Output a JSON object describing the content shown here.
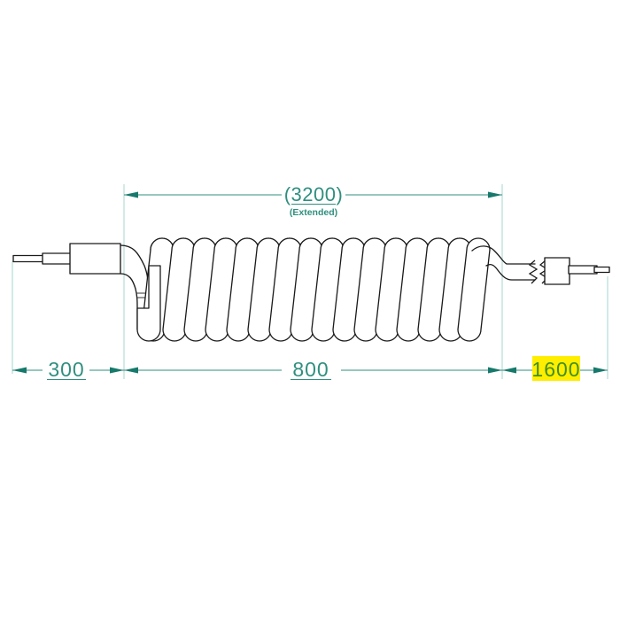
{
  "drawing": {
    "title": "Coiled Cable Assembly Dimension Drawing",
    "background_color": "#ffffff",
    "line_color": "#1a1a1a",
    "dimension_color": "#2f8f7f",
    "extension_line_color": "#aed9d2",
    "highlight_color": "#ffee00",
    "highlight_text_color": "#3f8f18"
  },
  "dimensions": {
    "overall": {
      "value": "(3200)",
      "note": "(Extended)",
      "position": "top",
      "units_implied": "mm"
    },
    "left_lead": {
      "value": "300",
      "position": "bottom-left"
    },
    "coil_section": {
      "value": "800",
      "position": "bottom-center"
    },
    "right_lead": {
      "value": "1600",
      "position": "bottom-right",
      "highlighted": true
    }
  },
  "part": {
    "type": "coiled-cable",
    "coil_turn_count": 17,
    "left_end": {
      "name": "left-connector",
      "has_pin": true,
      "has_body": true
    },
    "right_end": {
      "name": "right-connector",
      "has_pin": true,
      "has_body": true,
      "has_break_symbol": true,
      "break_symbol": "zigzag"
    }
  }
}
